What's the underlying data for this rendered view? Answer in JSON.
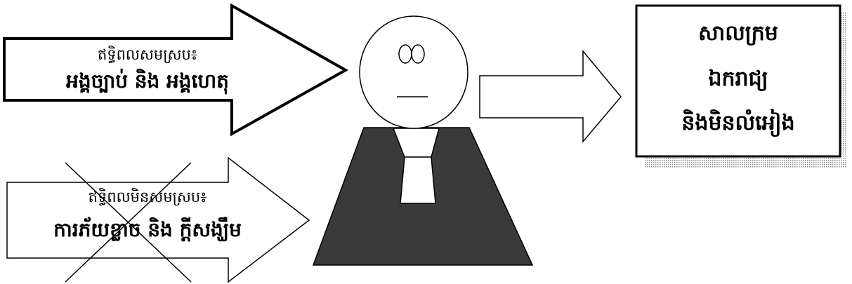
{
  "colors": {
    "stroke": "#000000",
    "fill": "#ffffff",
    "robe": "#3a3a3a",
    "shadow": "#c4c4c4"
  },
  "top_arrow": {
    "title": "ឥទ្ធិពលសមស្រប៖",
    "subtitle": "អង្គច្បាប់ និង អង្គហេតុ"
  },
  "bottom_arrow": {
    "title": "ឥទ្ធិពលមិនសមស្រប៖",
    "subtitle": "ការភ័យខ្លាច និង ក្តីសង្ឃឹម",
    "crossed_out": true
  },
  "judge": {
    "eyes_icon": "eyes-icon",
    "mouth_icon": "mouth-icon"
  },
  "court_box": {
    "lines": [
      "សាលក្រម",
      "ឯករាជ្យ",
      "និងមិនលំអៀង"
    ]
  }
}
